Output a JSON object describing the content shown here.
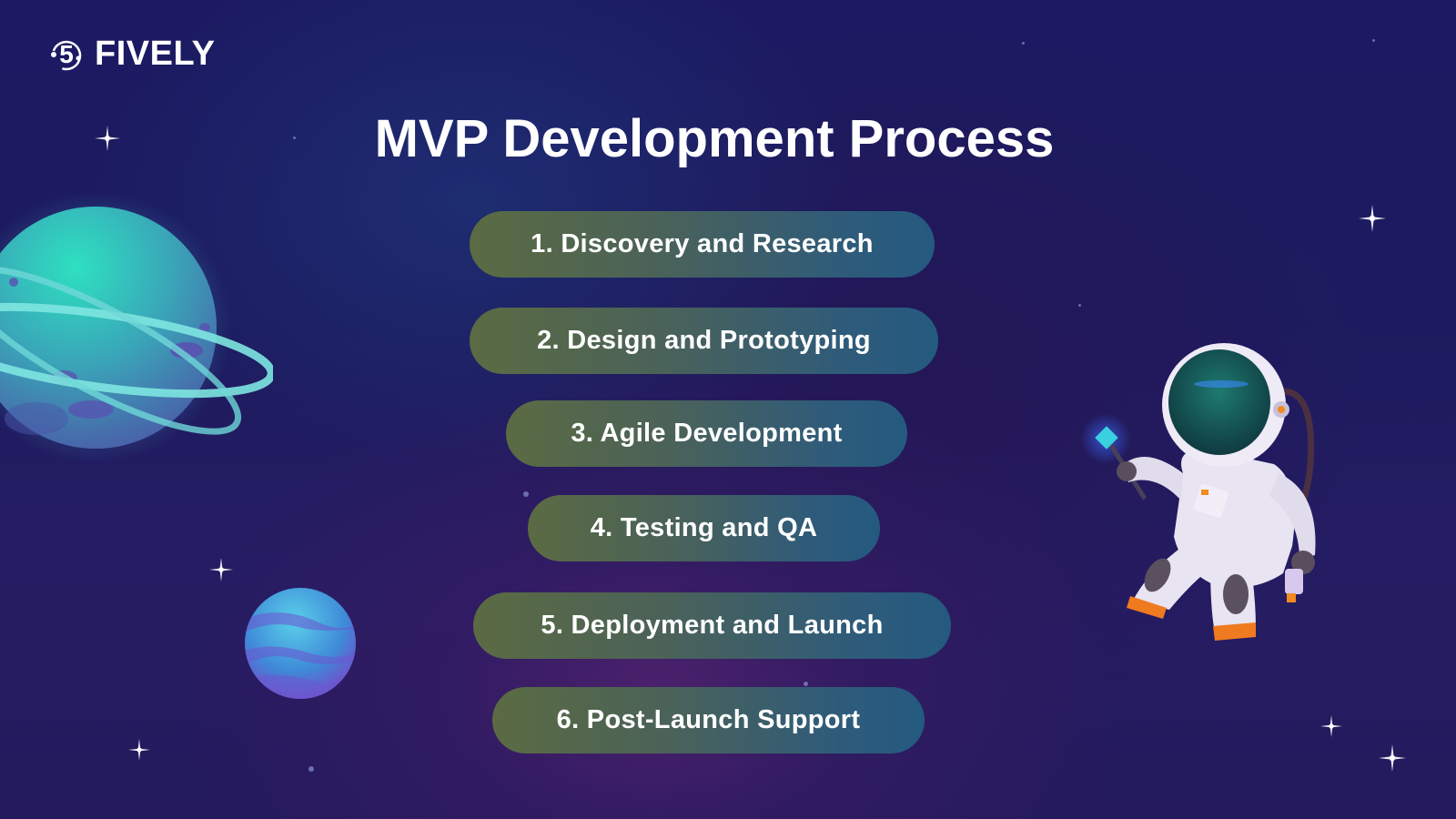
{
  "brand": {
    "name": "FIVELY",
    "logo_icon": "five-orbit-logo-icon"
  },
  "title": "MVP Development Process",
  "steps": [
    {
      "label": "1. Discovery and Research"
    },
    {
      "label": "2. Design and Prototyping"
    },
    {
      "label": "3. Agile Development"
    },
    {
      "label": "4. Testing and QA"
    },
    {
      "label": "5. Deployment and Launch"
    },
    {
      "label": "6. Post-Launch Support"
    }
  ],
  "illustrations": [
    "ringed-planet",
    "striped-planet",
    "astronaut-with-wand",
    "sparkle-stars"
  ],
  "colors": {
    "background": "#1d1b5f",
    "pill_left": "#5b6b43",
    "pill_right": "#245a80",
    "text": "#ffffff"
  }
}
